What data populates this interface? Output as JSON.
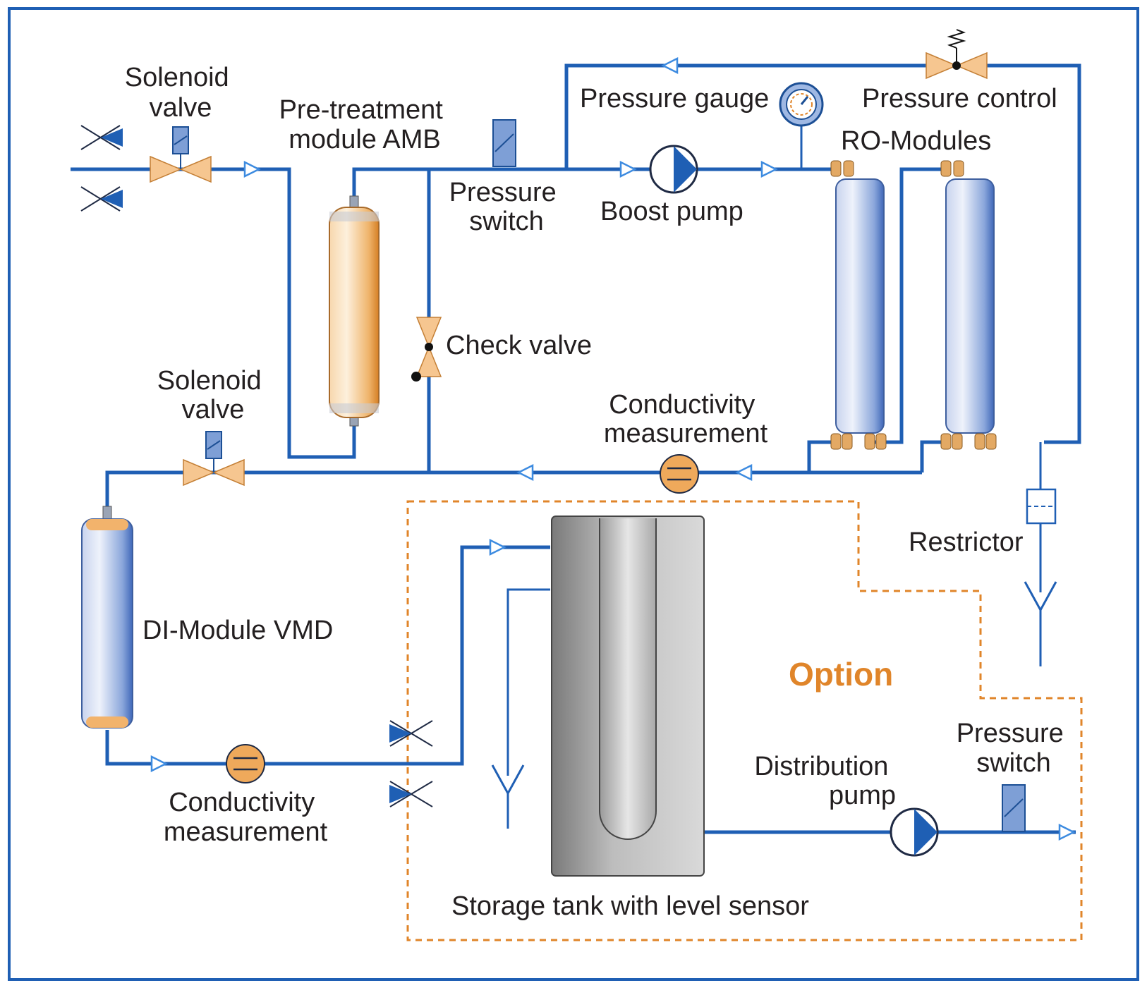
{
  "labels": {
    "solenoid_valve_top": [
      "Solenoid",
      "valve"
    ],
    "pretreatment": [
      "Pre-treatment",
      "module AMB"
    ],
    "pressure_switch_top": [
      "Pressure",
      "switch"
    ],
    "pressure_gauge": "Pressure gauge",
    "boost_pump": "Boost pump",
    "pressure_control": "Pressure control",
    "ro_modules": "RO-Modules",
    "check_valve": "Check valve",
    "solenoid_valve_mid": [
      "Solenoid",
      "valve"
    ],
    "conductivity_top": [
      "Conductivity",
      "measurement"
    ],
    "restrictor": "Restrictor",
    "di_module": "DI-Module VMD",
    "option": "Option",
    "conductivity_bottom": [
      "Conductivity",
      "measurement"
    ],
    "pressure_switch_bottom": [
      "Pressure",
      "switch"
    ],
    "distribution_pump": [
      "Distribution",
      "pump"
    ],
    "storage_tank": "Storage tank with level sensor"
  },
  "colors": {
    "border": "#1f5fb4",
    "pipe": "#1f5fb4",
    "arrow": "#3d8be0",
    "valve_fill": "#f6c690",
    "option_outline": "#e0852a",
    "ro_module": "#9fb4e0",
    "amb_module": "#f2c489",
    "tank": "#8c8c8c"
  },
  "icons": {
    "solenoid_valve": "solenoid-valve-icon",
    "shutoff_valve": "shutoff-valve-icon",
    "pump": "pump-icon",
    "pressure_switch": "pressure-switch-icon",
    "pressure_gauge": "pressure-gauge-icon",
    "check_valve": "check-valve-icon",
    "conductivity_cell": "conductivity-cell-icon",
    "restrictor": "restrictor-icon",
    "drain": "drain-icon",
    "pressure_control_valve": "pressure-control-valve-icon"
  }
}
